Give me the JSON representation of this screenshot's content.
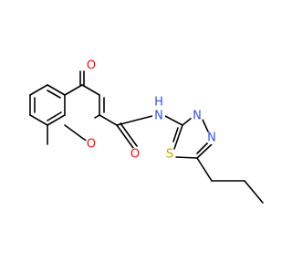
{
  "structure": {
    "atoms": {
      "ketone_o": {
        "label": "O",
        "color": "#ff0d0d"
      },
      "ring_o": {
        "label": "O",
        "color": "#ff0d0d"
      },
      "amide_o": {
        "label": "O",
        "color": "#ff0d0d"
      },
      "amide_n": {
        "label": "N",
        "color": "#3050f8"
      },
      "amide_h": {
        "label": "H",
        "color": "#3050f8"
      },
      "ring_n1": {
        "label": "N",
        "color": "#3050f8"
      },
      "ring_n2": {
        "label": "N",
        "color": "#3050f8"
      },
      "sulfur": {
        "label": "S",
        "color": "#c8a800"
      }
    },
    "bond_color": "#000000"
  }
}
